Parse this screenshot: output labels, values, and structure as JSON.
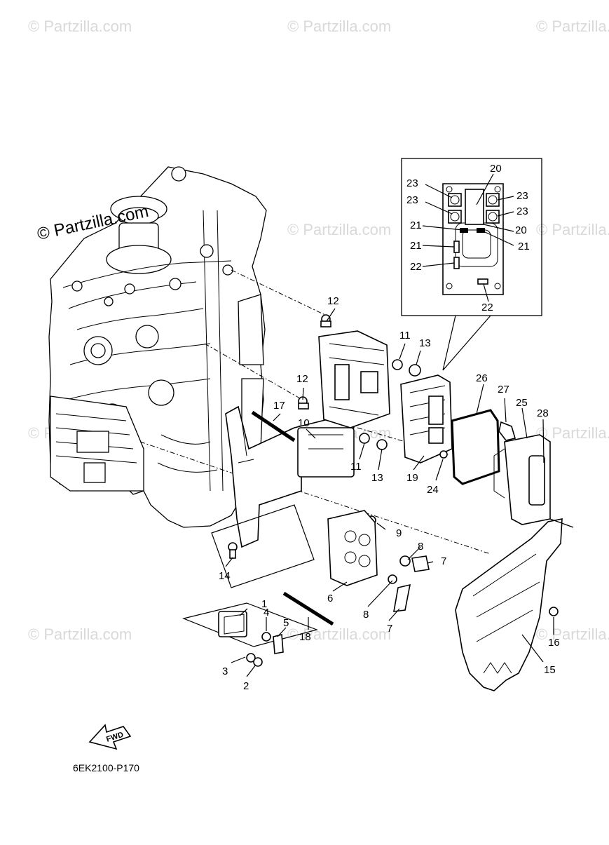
{
  "watermarks": [
    "© Partzilla.com",
    "© Partzilla.com",
    "© Partzilla.com",
    "© Partzilla.com",
    "© Partzilla.com",
    "© Partzilla.com",
    "© Partzilla.com",
    "© Partzilla.com",
    "© Partzilla.com",
    "© Partzilla.com",
    "© Partzilla.com"
  ],
  "brand_watermark": "© Partzilla.com",
  "callouts": {
    "c1": "1",
    "c2": "2",
    "c3": "3",
    "c4": "4",
    "c5": "5",
    "c6": "6",
    "c7a": "7",
    "c7b": "7",
    "c8a": "8",
    "c8b": "8",
    "c9": "9",
    "c10": "10",
    "c11a": "11",
    "c11b": "11",
    "c12a": "12",
    "c12b": "12",
    "c13a": "13",
    "c13b": "13",
    "c14": "14",
    "c15": "15",
    "c16": "16",
    "c17": "17",
    "c18": "18",
    "c19": "19",
    "c20a": "20",
    "c20b": "20",
    "c21a": "21",
    "c21b": "21",
    "c21c": "21",
    "c22a": "22",
    "c22b": "22",
    "c23a": "23",
    "c23b": "23",
    "c23c": "23",
    "c23d": "23",
    "c24": "24",
    "c25": "25",
    "c26": "26",
    "c27": "27",
    "c28": "28"
  },
  "fwd_label": "FWD",
  "diagram_code": "6EK2100-P170",
  "icons": {
    "fwd_arrow": "fwd-arrow-icon",
    "engine_block": "engine-block-drawing"
  }
}
